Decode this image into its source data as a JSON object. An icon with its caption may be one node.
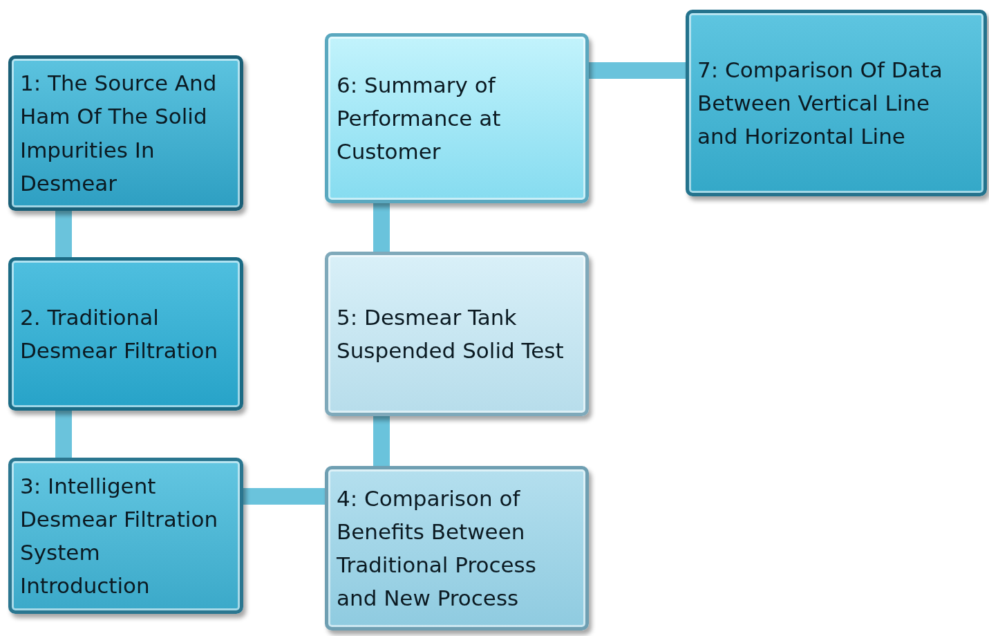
{
  "diagram": {
    "nodes": [
      {
        "text": [
          "1: The Source And Ham Of The Solid Impurities In Desmear"
        ]
      },
      {
        "text": [
          "2. Traditional Desmear Filtration"
        ]
      },
      {
        "text": [
          "3: Intelligent Desmear Filtration System Introduction"
        ]
      },
      {
        "text": [
          "4: Comparison of Benefits Between Traditional Process and New Process"
        ]
      },
      {
        "text": [
          "5: Desmear Tank Suspended Solid Test"
        ]
      },
      {
        "text": [
          "6: Summary of Performance at Customer"
        ]
      },
      {
        "text": [
          "7: Comparison Of Data Between Vertical Line and Horizontal Line"
        ]
      }
    ],
    "edges": [
      {
        "from": 0,
        "to": 1,
        "arrow": "none"
      },
      {
        "from": 1,
        "to": 2,
        "arrow": "none"
      },
      {
        "from": 2,
        "to": 3,
        "arrow": "none"
      },
      {
        "from": 3,
        "to": 4,
        "arrow": "none"
      },
      {
        "from": 4,
        "to": 5,
        "arrow": "none"
      },
      {
        "from": 5,
        "to": 6,
        "arrow": "none"
      }
    ]
  }
}
